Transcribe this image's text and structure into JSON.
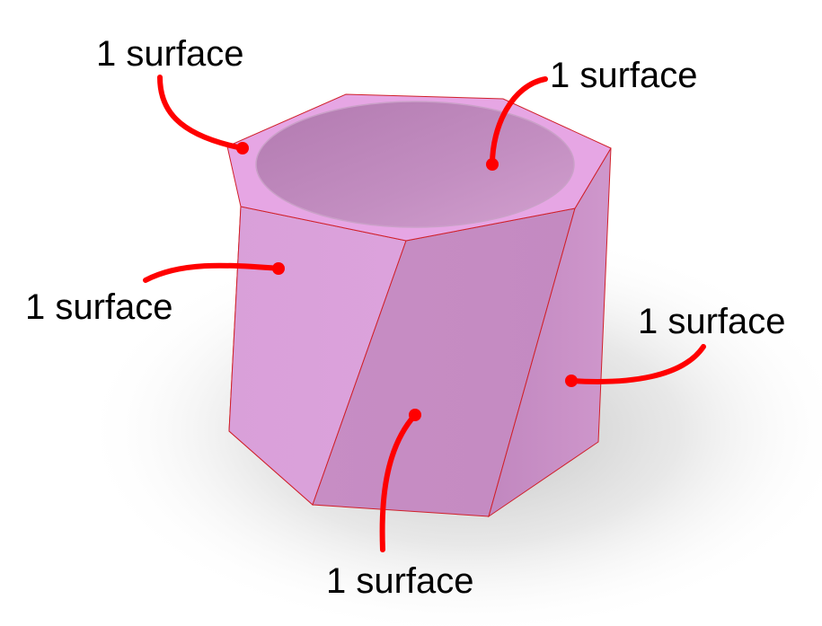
{
  "colors": {
    "object": "#d89ad8",
    "edge": "#d0202a",
    "callout": "#ff0000",
    "shadow": "#9a9a9a"
  },
  "callouts": [
    {
      "id": "top-rim",
      "text": "1 surface"
    },
    {
      "id": "inner-wall",
      "text": "1 surface"
    },
    {
      "id": "left-face",
      "text": "1 surface"
    },
    {
      "id": "right-face",
      "text": "1 surface"
    },
    {
      "id": "front-face",
      "text": "1 surface"
    }
  ]
}
